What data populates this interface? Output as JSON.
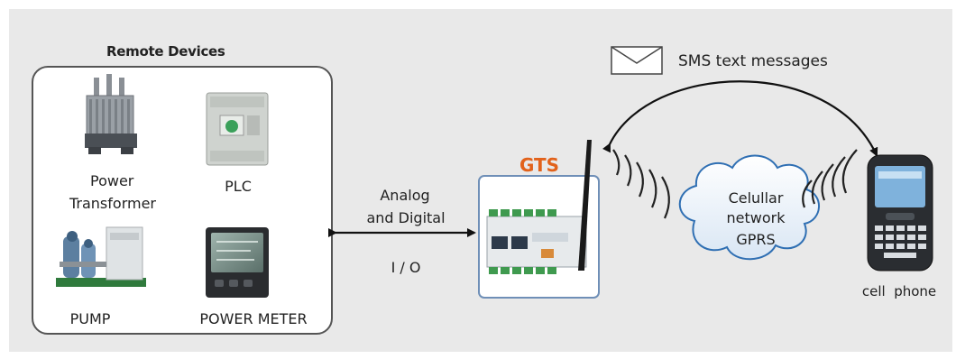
{
  "remote_devices": {
    "title": "Remote Devices",
    "items": [
      {
        "label_line1": "Power",
        "label_line2": "Transformer",
        "icon": "power-transformer-icon"
      },
      {
        "label": "PLC",
        "icon": "plc-icon"
      },
      {
        "label": "PUMP",
        "icon": "pump-icon"
      },
      {
        "label": "POWER METER",
        "icon": "power-meter-icon"
      }
    ]
  },
  "io_link": {
    "line1": "Analog",
    "line2": "and Digital",
    "line3": "I / O"
  },
  "gts": {
    "label": "GTS",
    "color": "#e2621b"
  },
  "network": {
    "line1": "Celullar",
    "line2": "network",
    "line3": "GPRS"
  },
  "sms": {
    "label": "SMS text messages",
    "icon": "envelope-icon"
  },
  "phone": {
    "label": "cell  phone",
    "icon": "cell-phone-icon"
  }
}
